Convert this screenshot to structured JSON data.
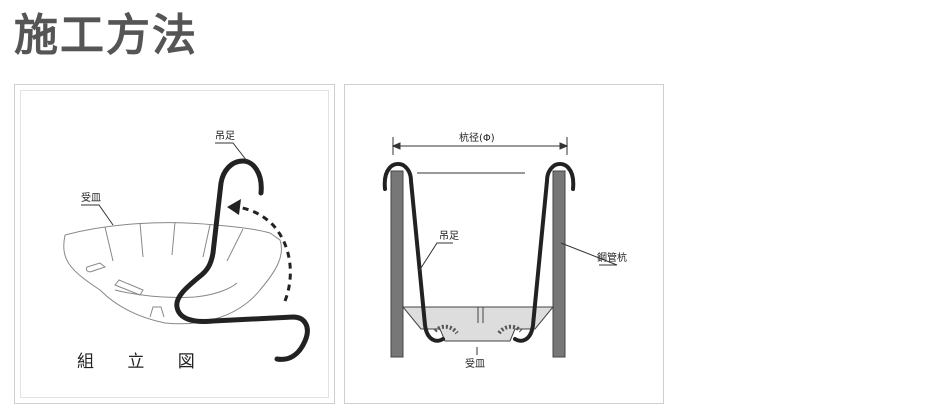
{
  "title": "施工方法",
  "left_panel": {
    "label_hanger": "吊足",
    "label_tray": "受皿",
    "caption": "組 立 図"
  },
  "right_panel": {
    "label_diameter": "杭径(Φ)",
    "label_hanger": "吊足",
    "label_pile": "鋼管杭",
    "label_tray": "受皿"
  }
}
